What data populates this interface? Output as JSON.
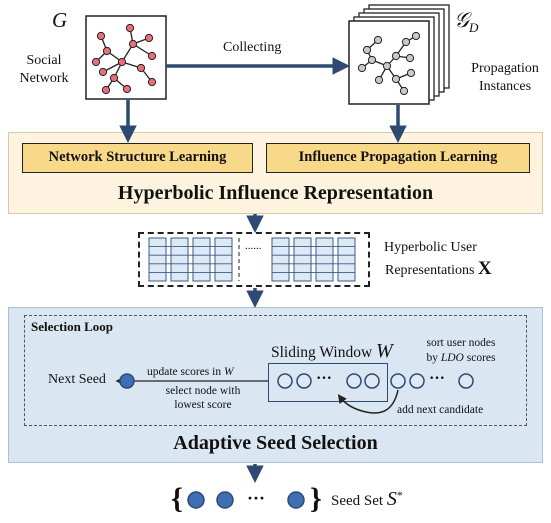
{
  "top": {
    "graph_symbol": "G",
    "social_network_label": [
      "Social",
      "Network"
    ],
    "collecting_label": "Collecting",
    "propagation_symbol": "𝒢",
    "propagation_symbol_sub": "D",
    "propagation_label": [
      "Propagation",
      "Instances"
    ]
  },
  "hir": {
    "left_box": "Network Structure Learning",
    "right_box": "Influence Propagation Learning",
    "title": "Hyperbolic Influence Representation"
  },
  "repr": {
    "dots": "......",
    "label_line1": "Hyperbolic User",
    "label_line2": "Representations",
    "symbol": "X"
  },
  "ass": {
    "loop_title": "Selection Loop",
    "sliding_window": "Sliding Window",
    "sliding_window_symbol": "W",
    "sort_line1": "sort user nodes",
    "sort_line2_pre": "by",
    "sort_line2_em": "LDO",
    "sort_line2_post": "scores",
    "next_seed": "Next Seed",
    "update_pre": "update scores in",
    "update_em": "W",
    "select_line1": "select node with",
    "select_line2": "lowest score",
    "add_next": "add next candidate",
    "ellipsis": "···",
    "title": "Adaptive Seed Selection"
  },
  "seed_set": {
    "label": "Seed Set",
    "symbol": "S",
    "sup": "*",
    "ellipsis": "···"
  },
  "colors": {
    "arrow": "#2e4a73",
    "panel_bg": "#fdf3de",
    "panel_border": "#d8c9a8",
    "inner_box": "#f8d98a",
    "ass_bg": "#dbe6f3",
    "node_fill": "#3e6fb5",
    "node_light": "#dde9f5",
    "red_node": "#e8707a",
    "gray_node": "#c9c9c9"
  }
}
